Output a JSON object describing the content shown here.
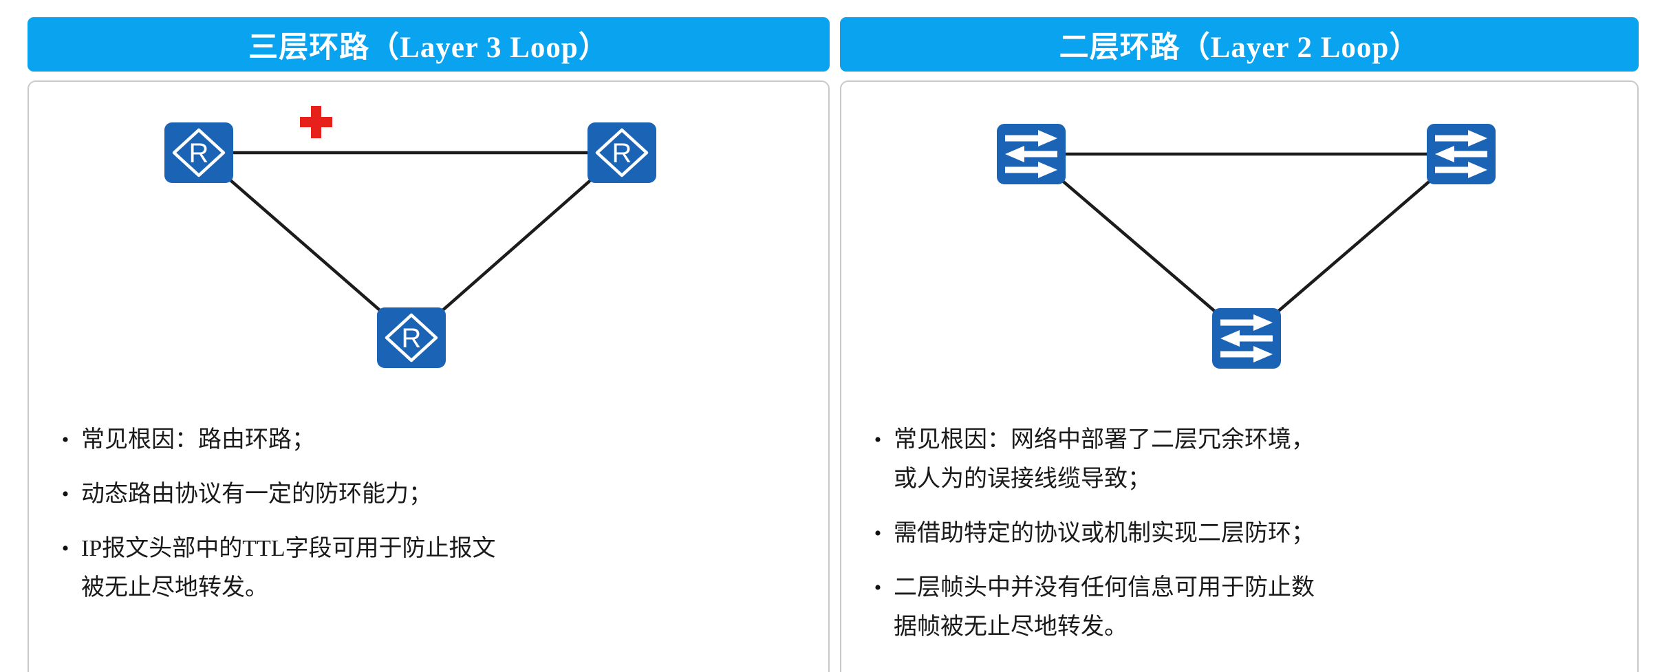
{
  "bullet_marker": "•",
  "colors": {
    "header_bg": "#0aa3ef",
    "device_blue": "#1b63b4",
    "cross_red": "#e6211c",
    "link_line": "#1c1c1c",
    "panel_border": "#c9c9c9",
    "text": "#1a1a1a"
  },
  "left_panel": {
    "title": "三层环路（Layer 3 Loop）",
    "device_type": "router",
    "device_icon": "router-icon",
    "device_count": 3,
    "topology": "triangle",
    "annotation_icon": "red-cross-icon",
    "bullets": [
      {
        "text": "常见根因：路由环路；"
      },
      {
        "text": "动态路由协议有一定的防环能力；"
      },
      {
        "text": "IP报文头部中的TTL字段可用于防止报文\n被无止尽地转发。"
      }
    ]
  },
  "right_panel": {
    "title": "二层环路（Layer 2 Loop）",
    "device_type": "switch",
    "device_icon": "switch-icon",
    "device_count": 3,
    "topology": "triangle",
    "bullets": [
      {
        "text": "常见根因：网络中部署了二层冗余环境，\n或人为的误接线缆导致；"
      },
      {
        "text": "需借助特定的协议或机制实现二层防环；"
      },
      {
        "text": "二层帧头中并没有任何信息可用于防止数\n据帧被无止尽地转发。"
      }
    ]
  }
}
